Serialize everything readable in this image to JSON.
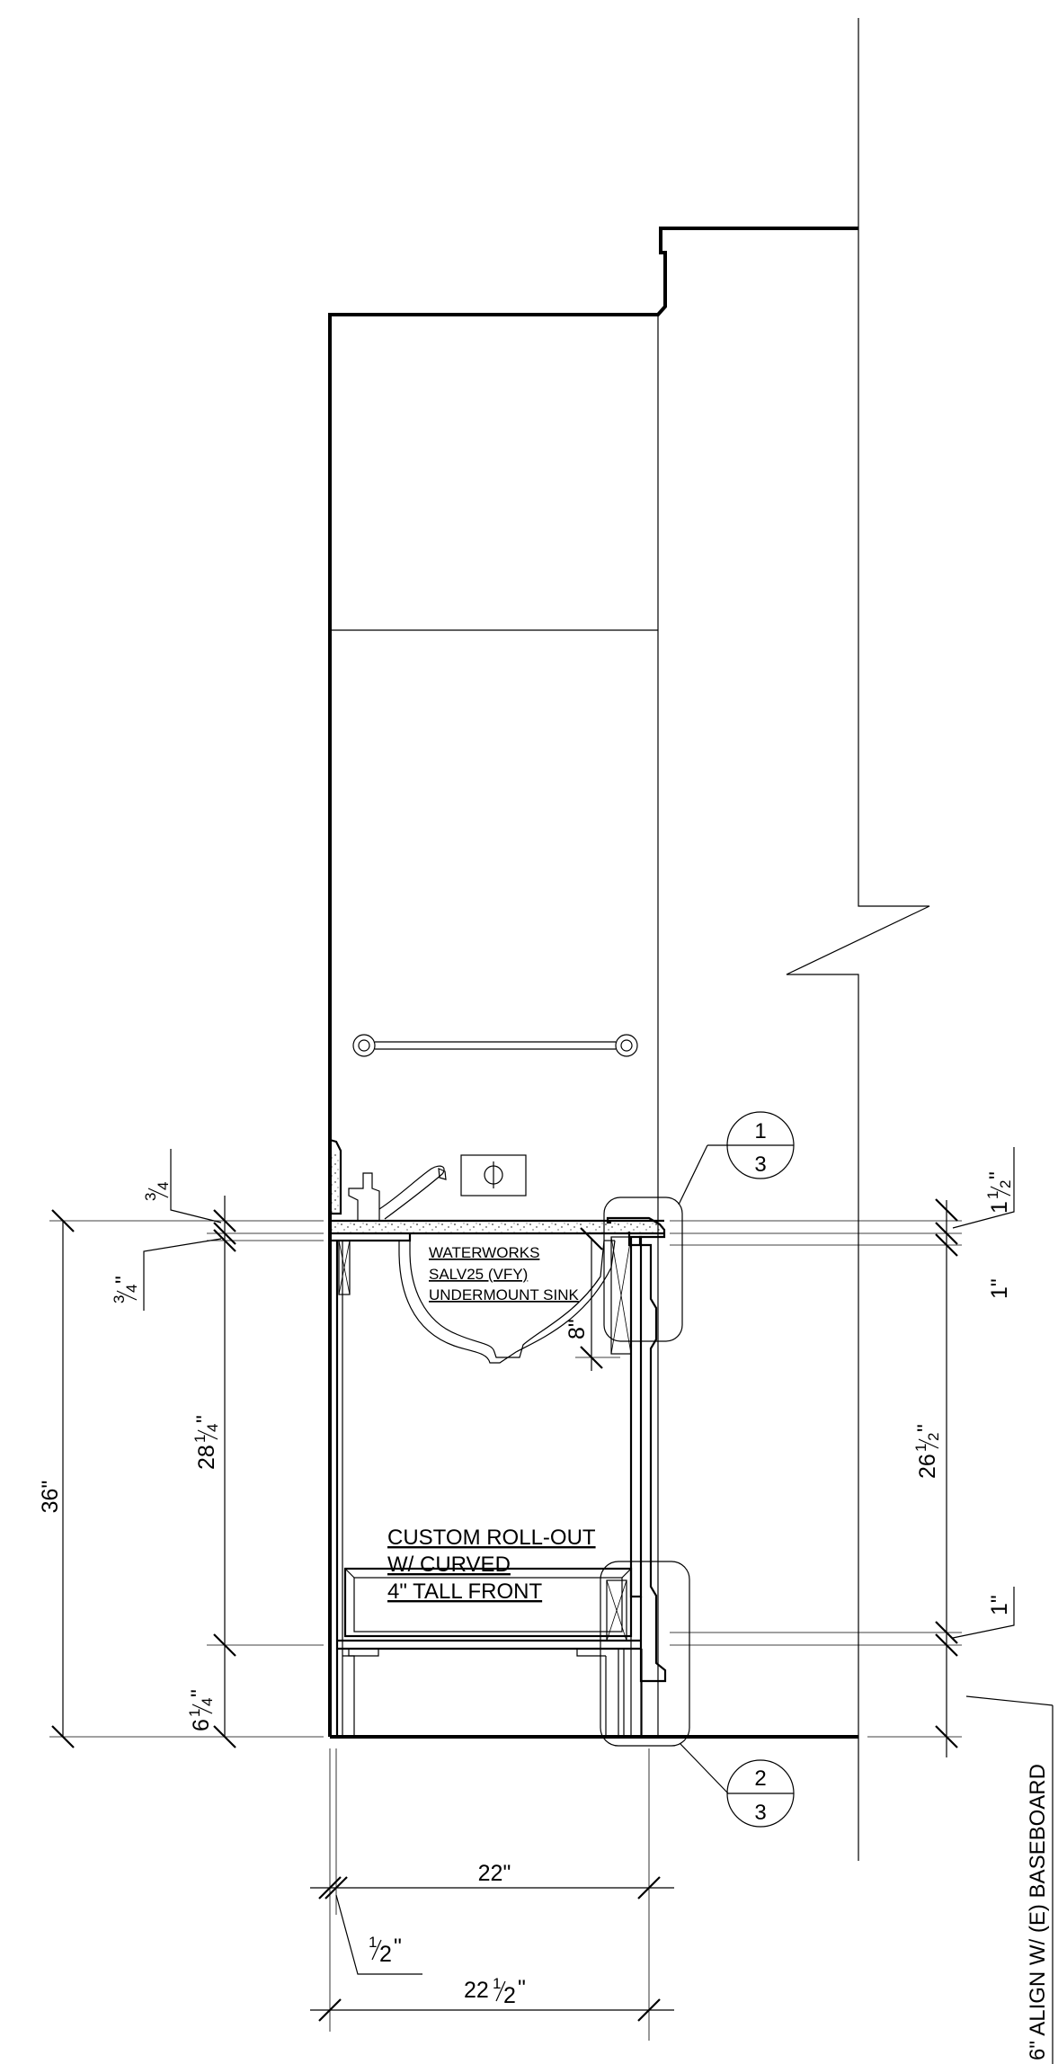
{
  "dimensions": {
    "left_top_3_4": {
      "whole": "",
      "num": "3",
      "den": "4",
      "unit": ""
    },
    "left_bottom_3_4": {
      "whole": "",
      "num": "3",
      "den": "4",
      "unit": "\""
    },
    "overall_36": "36\"",
    "height_28_1_4": {
      "whole": "28",
      "num": "1",
      "den": "4",
      "unit": "\""
    },
    "toe_6_1_4": {
      "whole": "6",
      "num": "1",
      "den": "4",
      "unit": "\""
    },
    "right_1_1_2": {
      "whole": "1",
      "num": "1",
      "den": "2",
      "unit": "\""
    },
    "right_1_top": "1\"",
    "right_26_1_2": {
      "whole": "26",
      "num": "1",
      "den": "2",
      "unit": "\""
    },
    "right_1_bottom": "1\"",
    "bowl_8": "8\"",
    "width_22": "22\"",
    "half_inch": {
      "whole": "",
      "num": "1",
      "den": "2",
      "unit": "\""
    },
    "width_22_1_2": {
      "whole": "22",
      "num": "1",
      "den": "2",
      "unit": "\""
    }
  },
  "notes": {
    "sink": [
      "WATERWORKS",
      "SALV25 (VFY)",
      "UNDERMOUNT SINK"
    ],
    "rollout": [
      "CUSTOM ROLL-OUT",
      "W/ CURVED",
      "4\" TALL FRONT"
    ],
    "baseboard": "6\" ALIGN W/ (E) BASEBOARD"
  },
  "detail_callouts": [
    {
      "detail": "1",
      "sheet": "3"
    },
    {
      "detail": "2",
      "sheet": "3"
    }
  ]
}
